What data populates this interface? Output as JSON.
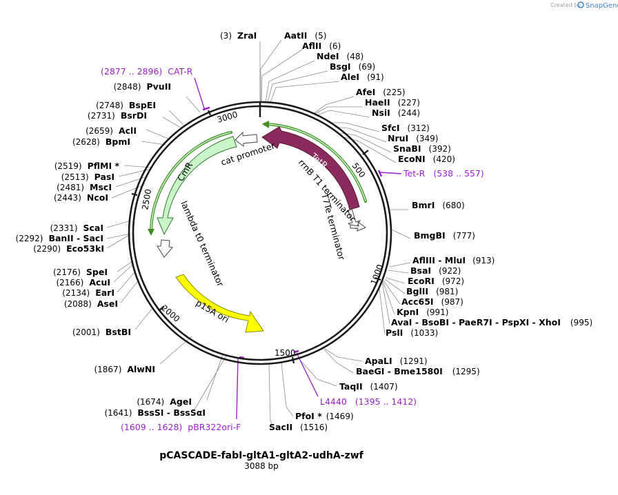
{
  "watermark": {
    "credit": "Created by",
    "brand": "SnapGene",
    "icon": "snapgene-logo-icon"
  },
  "plasmid": {
    "name": "pCASCADE-fabI-gltA1-gltA2-udhA-zwf",
    "size": "3088 bp"
  },
  "ticks": [
    "500",
    "1000",
    "1500",
    "2000",
    "2500",
    "3000"
  ],
  "features": {
    "tetr": "TetR",
    "rrnb": "rrnB T1 terminator",
    "t7te": "T7Te terminator",
    "cat_promoter": "cat promoter",
    "cmr": "CmR",
    "lambda_t0": "lambda t0 terminator",
    "p15a": "p15A ori"
  },
  "colors": {
    "backbone": "#1a1a1a",
    "tetr": "#8b2a5c",
    "cmr": "#c9f5c9",
    "cmr_track": "#3c8c1e",
    "ori": "#ffff00",
    "primer": "#9a22cc",
    "promoter": "#ffffff"
  },
  "primers": [
    {
      "pos": "(2877 .. 2896)",
      "name": "CAT-R"
    },
    {
      "pos": "(538 .. 557)",
      "name": "Tet-R"
    },
    {
      "pos": "(1395 .. 1412)",
      "name": "L4440"
    },
    {
      "pos": "(1609 .. 1628)",
      "name": "pBR322ori-F"
    }
  ],
  "sites_right": [
    {
      "pos": "(3)",
      "name": "ZraI"
    },
    {
      "name": "AatII",
      "pos": "(5)"
    },
    {
      "name": "AflII",
      "pos": "(6)"
    },
    {
      "name": "NdeI",
      "pos": "(48)"
    },
    {
      "name": "BsgI",
      "pos": "(69)"
    },
    {
      "name": "AleI",
      "pos": "(91)"
    },
    {
      "name": "AfeI",
      "pos": "(225)"
    },
    {
      "name": "HaeII",
      "pos": "(227)"
    },
    {
      "name": "NsiI",
      "pos": "(244)"
    },
    {
      "name": "SfcI",
      "pos": "(312)"
    },
    {
      "name": "NruI",
      "pos": "(349)"
    },
    {
      "name": "SnaBI",
      "pos": "(392)"
    },
    {
      "name": "EcoNI",
      "pos": "(420)"
    },
    {
      "name": "BmrI",
      "pos": "(680)"
    },
    {
      "name": "BmgBI",
      "pos": "(777)"
    },
    {
      "name": "AflIII  - MluI",
      "pos": "(913)"
    },
    {
      "name": "BsaI",
      "pos": "(922)"
    },
    {
      "name": "EcoRI",
      "pos": "(972)"
    },
    {
      "name": "BglII",
      "pos": "(981)"
    },
    {
      "name": "Acc65I",
      "pos": "(987)"
    },
    {
      "name": "KpnI",
      "pos": "(991)"
    },
    {
      "name": "AvaI  - BsoBI  - PaeR7I  - PspXI  - XhoI",
      "pos": "(995)"
    },
    {
      "name": "PslI",
      "pos": "(1033)"
    },
    {
      "name": "ApaLI",
      "pos": "(1291)"
    },
    {
      "name": "BaeGI  - Bme1580I",
      "pos": "(1295)"
    },
    {
      "name": "TaqII",
      "pos": "(1407)"
    },
    {
      "name": "PfoI *",
      "pos": "(1469)"
    },
    {
      "name": "SacII",
      "pos": "(1516)"
    }
  ],
  "sites_left": [
    {
      "pos": "(2848)",
      "name": "PvuII"
    },
    {
      "pos": "(2748)",
      "name": "BspEI"
    },
    {
      "pos": "(2731)",
      "name": "BsrDI"
    },
    {
      "pos": "(2659)",
      "name": "AclI"
    },
    {
      "pos": "(2628)",
      "name": "BpmI"
    },
    {
      "pos": "(2519)",
      "name": "PflMI *"
    },
    {
      "pos": "(2513)",
      "name": "PasI"
    },
    {
      "pos": "(2481)",
      "name": "MscI"
    },
    {
      "pos": "(2443)",
      "name": "NcoI"
    },
    {
      "pos": "(2331)",
      "name": "ScaI"
    },
    {
      "pos": "(2292)",
      "name": "BanII  - SacI"
    },
    {
      "pos": "(2290)",
      "name": "Eco53kI"
    },
    {
      "pos": "(2176)",
      "name": "SpeI"
    },
    {
      "pos": "(2166)",
      "name": "AcuI"
    },
    {
      "pos": "(2134)",
      "name": "EarI"
    },
    {
      "pos": "(2088)",
      "name": "AseI"
    },
    {
      "pos": "(2001)",
      "name": "BstBI"
    },
    {
      "pos": "(1867)",
      "name": "AlwNI"
    },
    {
      "pos": "(1674)",
      "name": "AgeI"
    },
    {
      "pos": "(1641)",
      "name": "BssSI  - BssSαI"
    }
  ]
}
